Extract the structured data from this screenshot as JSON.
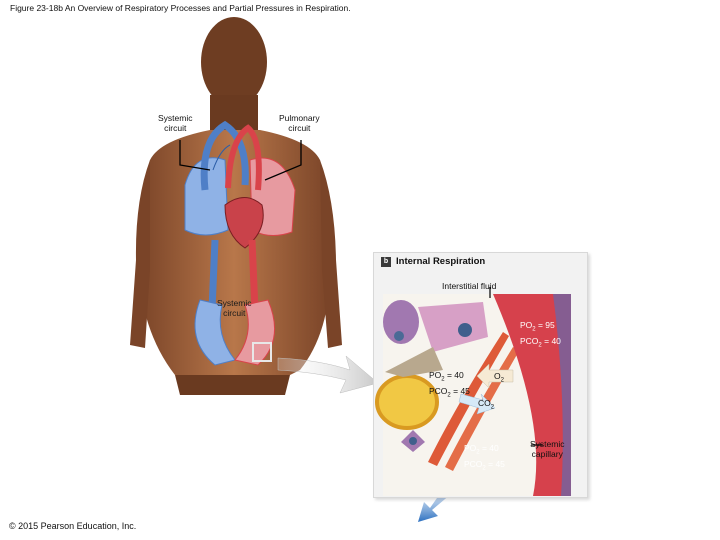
{
  "figure_title": "Figure 23-18b An Overview of Respiratory Processes and Partial Pressures in Respiration.",
  "copyright": "© 2015 Pearson Education, Inc.",
  "labels": {
    "systemic_circuit_top": [
      "Systemic",
      "circuit"
    ],
    "pulmonary_circuit": [
      "Pulmonary",
      "circuit"
    ],
    "systemic_circuit_bottom": [
      "Systemic",
      "circuit"
    ]
  },
  "panel": {
    "badge": "b",
    "title": "Internal Respiration",
    "interstitial_fluid": "Interstitial fluid",
    "systemic_capillary": [
      "Systemic",
      "capillary"
    ],
    "arterial": {
      "po2_label": "PO",
      "po2_sub": "2",
      "po2_value": " = 95",
      "pco2_label": "PCO",
      "pco2_sub": "2",
      "pco2_value": " = 40"
    },
    "tissue": {
      "po2_label": "PO",
      "po2_sub": "2",
      "po2_value": " = 40",
      "pco2_label": "PCO",
      "pco2_sub": "2",
      "pco2_value": " = 45"
    },
    "venous": {
      "po2_label": "PO",
      "po2_sub": "2",
      "po2_value": " = 40",
      "pco2_label": "PCO",
      "pco2_sub": "2",
      "pco2_value": " = 45"
    },
    "o2_label": "O",
    "o2_sub": "2",
    "co2_label": "CO",
    "co2_sub": "2"
  },
  "colors": {
    "skin": "#a5673f",
    "artery": "#d9434a",
    "vein": "#4f7fc7",
    "panel_bg": "#f2f2f2"
  }
}
